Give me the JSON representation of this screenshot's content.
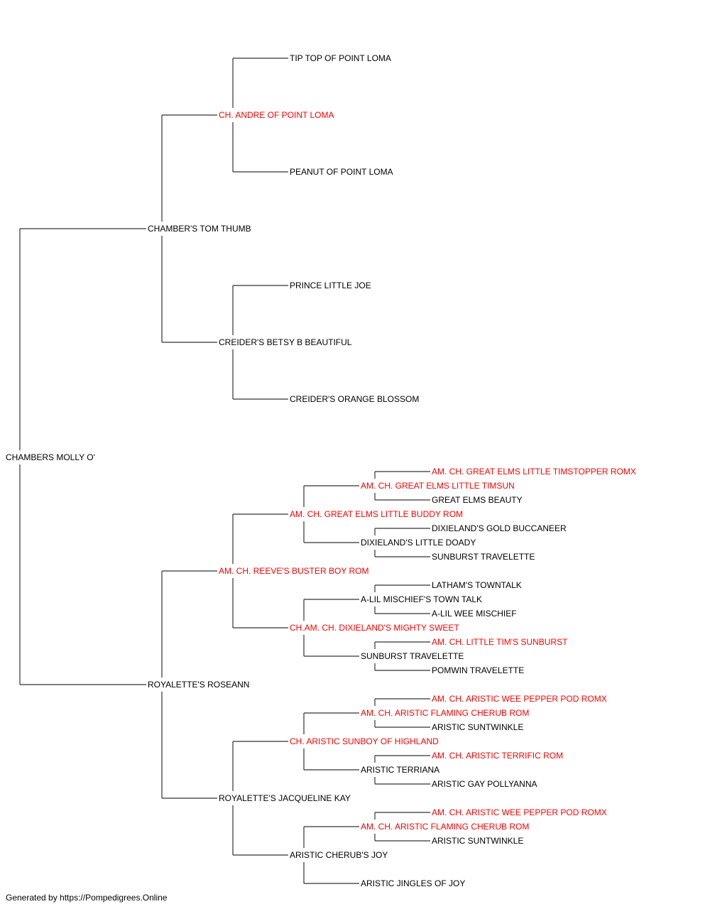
{
  "colors": {
    "line": "#333333",
    "text": "#000000",
    "champion": "#ff0000"
  },
  "pedigree": {
    "name": "CHAMBERS MOLLY O'",
    "sire": {
      "name": "CHAMBER'S TOM THUMB",
      "sire": {
        "name": "CH. ANDRE OF POINT LOMA",
        "champion": true,
        "sire": {
          "name": "TIP TOP OF POINT LOMA"
        },
        "dam": {
          "name": "PEANUT OF POINT LOMA"
        }
      },
      "dam": {
        "name": "CREIDER'S BETSY B BEAUTIFUL",
        "sire": {
          "name": "PRINCE LITTLE JOE"
        },
        "dam": {
          "name": "CREIDER'S ORANGE BLOSSOM"
        }
      }
    },
    "dam": {
      "name": "ROYALETTE'S ROSEANN",
      "sire": {
        "name": "AM. CH. REEVE'S BUSTER BOY ROM",
        "champion": true,
        "sire": {
          "name": "AM. CH. GREAT ELMS LITTLE BUDDY ROM",
          "champion": true,
          "sire": {
            "name": "AM. CH. GREAT ELMS LITTLE TIMSUN",
            "champion": true,
            "sire": {
              "name": "AM. CH. GREAT ELMS LITTLE TIMSTOPPER ROMX",
              "champion": true
            },
            "dam": {
              "name": "GREAT ELMS BEAUTY"
            }
          },
          "dam": {
            "name": "DIXIELAND'S LITTLE DOADY",
            "sire": {
              "name": "DIXIELAND'S GOLD BUCCANEER"
            },
            "dam": {
              "name": "SUNBURST TRAVELETTE"
            }
          }
        },
        "dam": {
          "name": "CH.AM. CH. DIXIELAND'S MIGHTY SWEET",
          "champion": true,
          "sire": {
            "name": "A-LIL MISCHIEF'S TOWN TALK",
            "sire": {
              "name": "LATHAM'S TOWNTALK"
            },
            "dam": {
              "name": "A-LIL WEE MISCHIEF"
            }
          },
          "dam": {
            "name": "SUNBURST TRAVELETTE",
            "sire": {
              "name": "AM. CH. LITTLE TIM'S SUNBURST",
              "champion": true
            },
            "dam": {
              "name": "POMWIN TRAVELETTE"
            }
          }
        }
      },
      "dam": {
        "name": "ROYALETTE'S JACQUELINE KAY",
        "sire": {
          "name": "CH. ARISTIC SUNBOY OF HIGHLAND",
          "champion": true,
          "sire": {
            "name": "AM. CH. ARISTIC FLAMING CHERUB ROM",
            "champion": true,
            "sire": {
              "name": "AM. CH. ARISTIC WEE PEPPER POD ROMX",
              "champion": true
            },
            "dam": {
              "name": "ARISTIC SUNTWINKLE"
            }
          },
          "dam": {
            "name": "ARISTIC TERRIANA",
            "sire": {
              "name": "AM. CH. ARISTIC TERRIFIC ROM",
              "champion": true
            },
            "dam": {
              "name": "ARISTIC GAY POLLYANNA"
            }
          }
        },
        "dam": {
          "name": "ARISTIC CHERUB'S JOY",
          "sire": {
            "name": "AM. CH. ARISTIC FLAMING CHERUB ROM",
            "champion": true,
            "sire": {
              "name": "AM. CH. ARISTIC WEE PEPPER POD ROMX",
              "champion": true
            },
            "dam": {
              "name": "ARISTIC SUNTWINKLE"
            }
          },
          "dam": {
            "name": "ARISTIC JINGLES OF JOY"
          }
        }
      }
    }
  },
  "footer": "Generated by https://Pompedigrees.Online"
}
